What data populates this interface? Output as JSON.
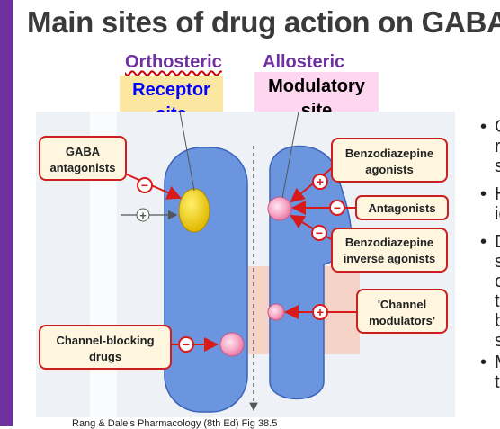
{
  "slide": {
    "title": "Main sites of drug action on GABA",
    "orthosteric_label": "Orthosteric",
    "allosteric_label": "Allosteric",
    "receptor_site_line1": "Receptor",
    "receptor_site_line2": "site",
    "modulatory_site_line1": "Modulatory",
    "modulatory_site_line2": "site",
    "caption": "Rang & Dale's Pharmacology (8th Ed) Fig 38.5"
  },
  "diagram": {
    "gaba_antagonists_line1": "GABA",
    "gaba_antagonists_line2": "antagonists",
    "channel_blocking_line1": "Channel-blocking",
    "channel_blocking_line2": "drugs",
    "bz_agonists_line1": "Benzodiazepine",
    "bz_agonists_line2": "agonists",
    "antagonists": "Antagonists",
    "bz_inverse_line1": "Benzodiazepine",
    "bz_inverse_line2": "inverse agonists",
    "channel_mod_line1": "'Channel",
    "channel_mod_line2": "modulators'",
    "plus": "+",
    "minus": "−"
  },
  "bullets": {
    "marker": "•",
    "items": [
      {
        "frags": [
          "G",
          "r",
          "s"
        ]
      },
      {
        "frags": [
          "H",
          "io"
        ]
      },
      {
        "frags": [
          "D",
          "s",
          "o",
          "t",
          "b",
          "s"
        ]
      },
      {
        "frags": [
          "M",
          "t"
        ]
      }
    ]
  },
  "colors": {
    "accent_bar": "#7030a0",
    "label_purple": "#7030a0",
    "receptor_box": "#fbe6a2",
    "receptor_text": "#0000ff",
    "modulatory_box": "#ffd6ef",
    "subunit_blue": "#6b95de",
    "label_box_bg": "#fff6df",
    "label_box_border": "#cc1f1f",
    "arrow_red": "#d91a1a"
  }
}
